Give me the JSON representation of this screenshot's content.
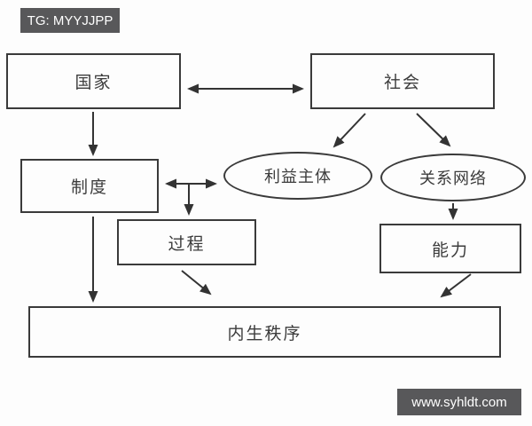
{
  "watermarks": {
    "telegram": "TG: MYYJJPP",
    "website": "www.syhldt.com"
  },
  "colors": {
    "background": "#fdfdfd",
    "line": "#333333",
    "node_border": "#3a3a3a",
    "node_text": "#3c3c3c",
    "watermark_bg": "#58585a",
    "watermark_text": "#ffffff"
  },
  "diagram": {
    "type": "flowchart",
    "nodes": [
      {
        "id": "state",
        "label": "国家",
        "shape": "rect"
      },
      {
        "id": "society",
        "label": "社会",
        "shape": "rect"
      },
      {
        "id": "institution",
        "label": "制度",
        "shape": "rect"
      },
      {
        "id": "interest-subject",
        "label": "利益主体",
        "shape": "ellipse"
      },
      {
        "id": "relation-network",
        "label": "关系网络",
        "shape": "ellipse"
      },
      {
        "id": "process",
        "label": "过程",
        "shape": "rect"
      },
      {
        "id": "capability",
        "label": "能力",
        "shape": "rect"
      },
      {
        "id": "endogenous-order",
        "label": "内生秩序",
        "shape": "rect"
      }
    ],
    "edges": [
      {
        "from": "国家",
        "to": "社会",
        "style": "bidirectional"
      },
      {
        "from": "国家",
        "to": "制度",
        "style": "arrow"
      },
      {
        "from": "社会",
        "to": "利益主体",
        "style": "arrow"
      },
      {
        "from": "社会",
        "to": "关系网络",
        "style": "arrow"
      },
      {
        "from": "制度",
        "to": "利益主体",
        "style": "bidirectional"
      },
      {
        "from": "制度-利益主体连线",
        "to": "过程",
        "style": "arrow"
      },
      {
        "from": "关系网络",
        "to": "能力",
        "style": "arrow"
      },
      {
        "from": "制度",
        "to": "内生秩序",
        "style": "arrow"
      },
      {
        "from": "过程",
        "to": "内生秩序",
        "style": "arrow"
      },
      {
        "from": "能力",
        "to": "内生秩序",
        "style": "arrow"
      }
    ]
  }
}
